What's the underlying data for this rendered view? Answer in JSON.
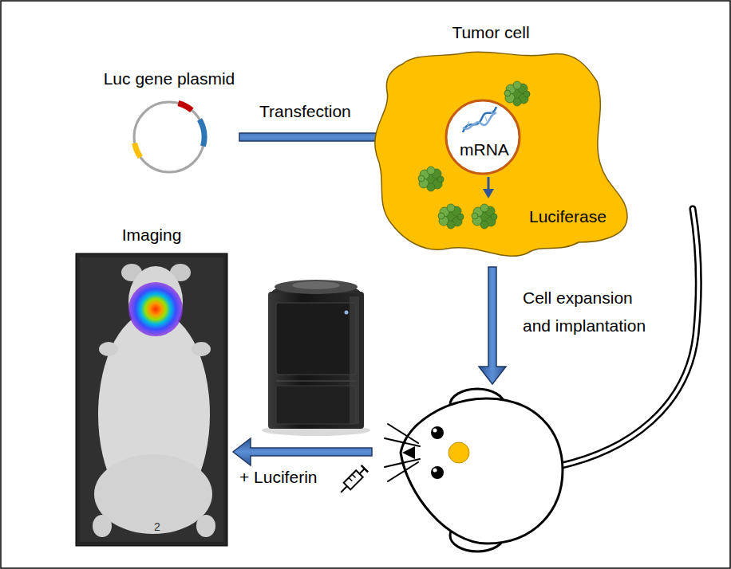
{
  "diagram": {
    "nodes": [
      {
        "text": [
          "Luc gene plasmid"
        ]
      },
      {
        "text": [
          "Tumor cell",
          "Luciferase"
        ]
      },
      {
        "text": [
          "mRNA"
        ],
        "in": 1
      },
      {
        "text": [
          "Imaging",
          "2"
        ]
      }
    ],
    "edges": [
      {
        "from": 0,
        "to": 2,
        "arrow": "to",
        "label": "Transfection"
      }
    ],
    "labels": [
      "Cell expansion and implantation",
      "+ Luciferin"
    ]
  }
}
